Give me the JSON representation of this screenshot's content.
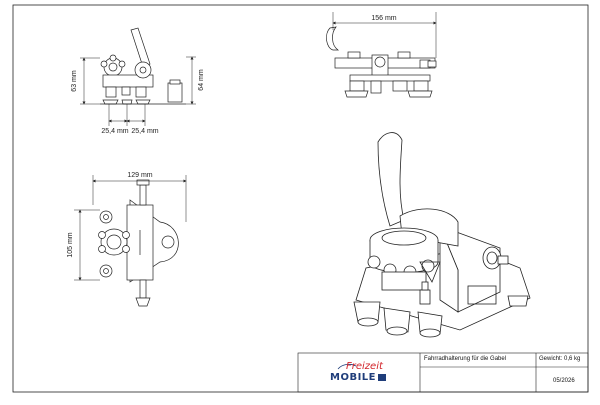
{
  "dimensions": {
    "side_height_left": "63 mm",
    "side_height_right": "64 mm",
    "side_spacing_a": "25,4 mm",
    "side_spacing_b": "25,4 mm",
    "front_width": "156 mm",
    "top_width": "129 mm",
    "top_height": "105 mm"
  },
  "title_block": {
    "description": "Fahrradhalterung für die Gabel",
    "weight": "Gewicht: 0,6 kg",
    "date": "05/2026",
    "logo_top": "Freizeit",
    "logo_bottom": "MOBILE"
  },
  "colors": {
    "line": "#222222",
    "logo_red": "#d2232a",
    "logo_navy": "#1f3d7a"
  }
}
